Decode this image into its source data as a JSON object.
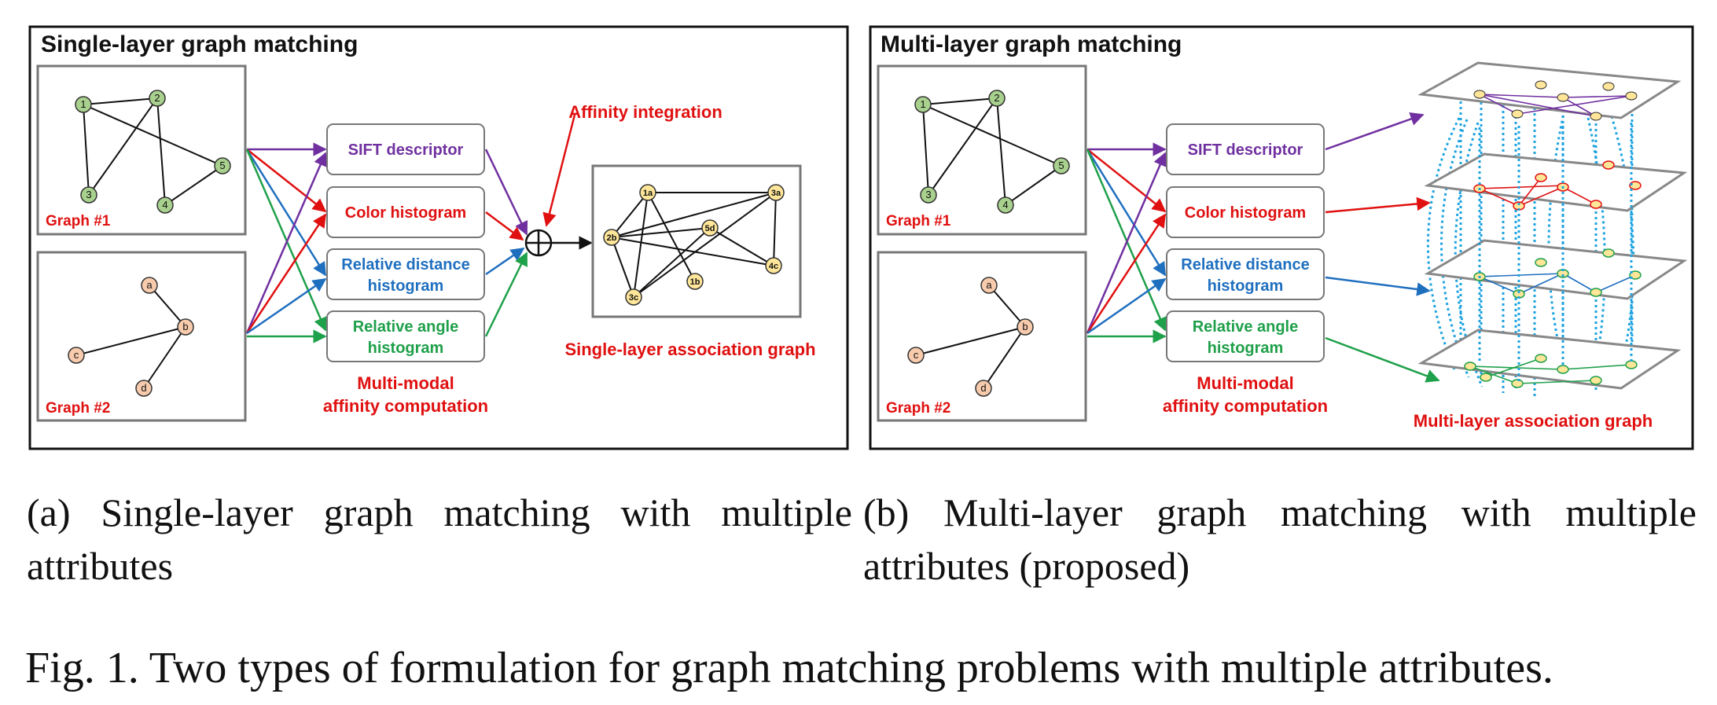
{
  "panel_a": {
    "title": "Single-layer graph matching",
    "graph1_label": "Graph #1",
    "graph2_label": "Graph #2",
    "graph1_nodes": [
      "1",
      "2",
      "3",
      "4",
      "5"
    ],
    "graph2_nodes": [
      "a",
      "b",
      "c",
      "d"
    ],
    "boxes": [
      {
        "line1": "SIFT descriptor",
        "line2": "",
        "color": "#7030a0"
      },
      {
        "line1": "Color histogram",
        "line2": "",
        "color": "#e01010"
      },
      {
        "line1": "Relative distance",
        "line2": "histogram",
        "color": "#1f6fbf"
      },
      {
        "line1": "Relative angle",
        "line2": "histogram",
        "color": "#1fa04a"
      }
    ],
    "multimodal_line1": "Multi-modal",
    "multimodal_line2": "affinity computation",
    "affinity_label": "Affinity integration",
    "assoc_nodes": [
      "1a",
      "3a",
      "2b",
      "5d",
      "4c",
      "1b",
      "3c"
    ],
    "assoc_label": "Single-layer association graph"
  },
  "panel_b": {
    "title": "Multi-layer graph matching",
    "graph1_label": "Graph #1",
    "graph2_label": "Graph #2",
    "graph1_nodes": [
      "1",
      "2",
      "3",
      "4",
      "5"
    ],
    "graph2_nodes": [
      "a",
      "b",
      "c",
      "d"
    ],
    "boxes": [
      {
        "line1": "SIFT descriptor",
        "line2": "",
        "color": "#7030a0"
      },
      {
        "line1": "Color histogram",
        "line2": "",
        "color": "#e01010"
      },
      {
        "line1": "Relative distance",
        "line2": "histogram",
        "color": "#1f6fbf"
      },
      {
        "line1": "Relative angle",
        "line2": "histogram",
        "color": "#1fa04a"
      }
    ],
    "multimodal_line1": "Multi-modal",
    "multimodal_line2": "affinity computation",
    "assoc_label": "Multi-layer association graph"
  },
  "captions": {
    "a": "(a) Single-layer graph matching with multiple attributes",
    "b": "(b) Multi-layer graph matching with multiple attributes (proposed)",
    "figure": "Fig. 1. Two types of formulation for graph matching problems with multiple attributes."
  },
  "colors": {
    "sift": "#7030a0",
    "color_hist": "#e01010",
    "distance": "#1f6fbf",
    "angle": "#1fa04a",
    "graph1_node": "#a9d18e",
    "graph2_node": "#f8cbad",
    "assoc_node": "#ffe699",
    "dotted_link": "#1ea3e0"
  }
}
